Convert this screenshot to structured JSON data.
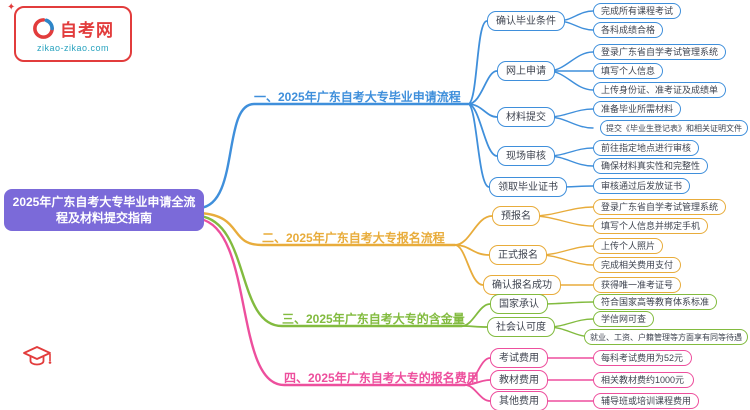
{
  "logo": {
    "site_name": "自考网",
    "site_url": "zikao-zikao.com",
    "brand_color": "#E23C3C",
    "accent_color": "#2E86C8",
    "url_color": "#29A3BF"
  },
  "icons": {
    "corner_star": "✦",
    "logo_mark": "red-blue-swirl-circle",
    "graduation_cap": "red-mortarboard-outline"
  },
  "colors": {
    "background": "#FFFFFF",
    "node_text": "#3F4450"
  },
  "root": {
    "title": "2025年广东自考大专毕业申请全流程及材料提交指南",
    "color": "#7B6AD9"
  },
  "branches": [
    {
      "label": "一、2025年广东自考大专毕业申请流程",
      "color": "#3F8FDB",
      "children": [
        {
          "label": "确认毕业条件",
          "children": [
            {
              "label": "完成所有课程考试"
            },
            {
              "label": "各科成绩合格"
            }
          ]
        },
        {
          "label": "网上申请",
          "children": [
            {
              "label": "登录广东省自学考试管理系统"
            },
            {
              "label": "填写个人信息"
            },
            {
              "label": "上传身份证、准考证及成绩单"
            }
          ]
        },
        {
          "label": "材料提交",
          "children": [
            {
              "label": "准备毕业所需材料"
            },
            {
              "label": "提交《毕业生登记表》和相关证明文件"
            }
          ]
        },
        {
          "label": "现场审核",
          "children": [
            {
              "label": "前往指定地点进行审核"
            },
            {
              "label": "确保材料真实性和完整性"
            }
          ]
        },
        {
          "label": "领取毕业证书",
          "children": [
            {
              "label": "审核通过后发放证书"
            }
          ]
        }
      ]
    },
    {
      "label": "二、2025年广东自考大专报名流程",
      "color": "#E8AC3B",
      "children": [
        {
          "label": "预报名",
          "children": [
            {
              "label": "登录广东省自学考试管理系统"
            },
            {
              "label": "填写个人信息并绑定手机"
            }
          ]
        },
        {
          "label": "正式报名",
          "children": [
            {
              "label": "上传个人照片"
            },
            {
              "label": "完成相关费用支付"
            }
          ]
        },
        {
          "label": "确认报名成功",
          "children": [
            {
              "label": "获得唯一准考证号"
            }
          ]
        }
      ]
    },
    {
      "label": "三、2025年广东自考大专的含金量",
      "color": "#82BB3F",
      "children": [
        {
          "label": "国家承认",
          "children": [
            {
              "label": "符合国家高等教育体系标准"
            }
          ]
        },
        {
          "label": "社会认可度",
          "children": [
            {
              "label": "学信网可查"
            },
            {
              "label": "就业、工资、户籍管理等方面享有同等待遇"
            }
          ]
        }
      ]
    },
    {
      "label": "四、2025年广东自考大专的报名费用",
      "color": "#ED4F9D",
      "children": [
        {
          "label": "考试费用",
          "children": [
            {
              "label": "每科考试费用为52元"
            }
          ]
        },
        {
          "label": "教材费用",
          "children": [
            {
              "label": "相关教材费约1000元"
            }
          ]
        },
        {
          "label": "其他费用",
          "children": [
            {
              "label": "辅导班或培训课程费用"
            }
          ]
        }
      ]
    }
  ]
}
